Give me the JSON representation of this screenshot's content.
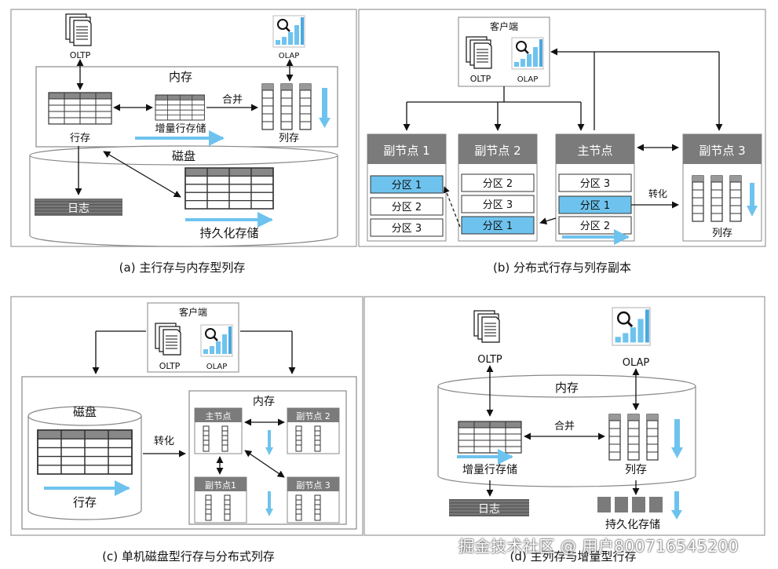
{
  "panels": {
    "a": {
      "caption": "(a) 主行存与内存型列存",
      "oltp": "OLTP",
      "olap": "OLAP",
      "memory": "内存",
      "merge": "合并",
      "incremental": "增量行存储",
      "row_store": "行存",
      "col_store": "列存",
      "disk": "磁盘",
      "log": "日志",
      "persistent": "持久化存储"
    },
    "b": {
      "caption": "(b) 分布式行存与列存副本",
      "client": "客户端",
      "oltp": "OLTP",
      "olap": "OLAP",
      "replica1": "副节点 1",
      "replica2": "副节点 2",
      "master": "主节点",
      "replica3": "副节点 3",
      "r1_parts": [
        "分区 1",
        "分区 2",
        "分区 3"
      ],
      "r2_parts": [
        "分区 2",
        "分区 3",
        "分区 1"
      ],
      "m_parts": [
        "分区 3",
        "分区 1",
        "分区 2"
      ],
      "convert": "转化",
      "col_store": "列存"
    },
    "c": {
      "caption": "(c) 单机磁盘型行存与分布式列存",
      "client": "客户端",
      "oltp": "OLTP",
      "olap": "OLAP",
      "disk": "磁盘",
      "row_store": "行存",
      "convert": "转化",
      "memory": "内存",
      "master": "主节点",
      "replica1": "副节点1",
      "replica2": "副节点 2",
      "replica3": "副节点 3"
    },
    "d": {
      "caption": "(d) 主列存与增量型行存",
      "oltp": "OLTP",
      "olap": "OLAP",
      "memory": "内存",
      "merge": "合并",
      "incremental": "增量行存储",
      "col_store": "列存",
      "log": "日志",
      "persistent": "持久化存储"
    }
  },
  "watermark": "掘金技术社区 @ 用户800716545200",
  "colors": {
    "accent_blue": "#6ec3ee",
    "header_gray": "#7b7b7b",
    "border": "#888888"
  }
}
